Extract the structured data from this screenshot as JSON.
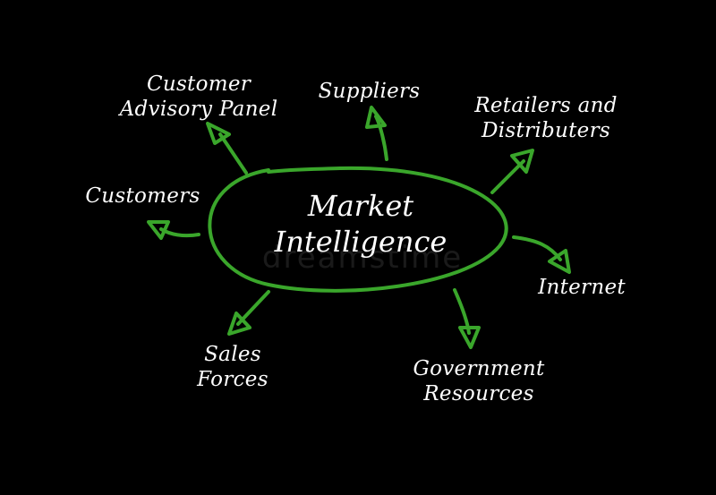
{
  "diagram": {
    "center": {
      "line1": "Market",
      "line2": "Intelligence"
    },
    "nodes": {
      "customer_advisory_panel": {
        "line1": "Customer",
        "line2": "Advisory Panel"
      },
      "suppliers": {
        "line1": "Suppliers"
      },
      "retailers": {
        "line1": "Retailers and",
        "line2": "Distributers"
      },
      "customers": {
        "line1": "Customers"
      },
      "internet": {
        "line1": "Internet"
      },
      "sales_forces": {
        "line1": "Sales",
        "line2": "Forces"
      },
      "government_resources": {
        "line1": "Government",
        "line2": "Resources"
      }
    },
    "colors": {
      "background": "#000000",
      "accent": "#3aa62b",
      "text": "#ffffff"
    }
  },
  "watermark": {
    "text": "dreamstime"
  }
}
